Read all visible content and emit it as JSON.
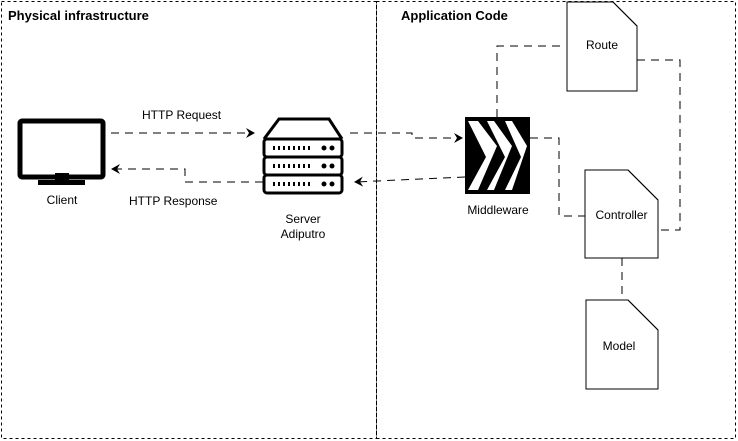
{
  "zones": {
    "physical": {
      "title": "Physical infrastructure"
    },
    "application": {
      "title": "Application Code"
    }
  },
  "nodes": {
    "client": {
      "label": "Client",
      "icon": "monitor-icon"
    },
    "server": {
      "label_line1": "Server",
      "label_line2": "Adiputro",
      "icon": "server-rack-icon"
    },
    "middleware": {
      "label": "Middleware",
      "icon": "middleware-logo-icon"
    },
    "route": {
      "label": "Route",
      "icon": "document-icon"
    },
    "controller": {
      "label": "Controller",
      "icon": "document-icon"
    },
    "model": {
      "label": "Model",
      "icon": "document-icon"
    }
  },
  "edges": {
    "http_request": {
      "label": "HTTP Request"
    },
    "http_response": {
      "label": "HTTP Response"
    }
  },
  "colors": {
    "stroke": "#000000",
    "background": "#ffffff",
    "doc_fill": "#ffffff"
  }
}
